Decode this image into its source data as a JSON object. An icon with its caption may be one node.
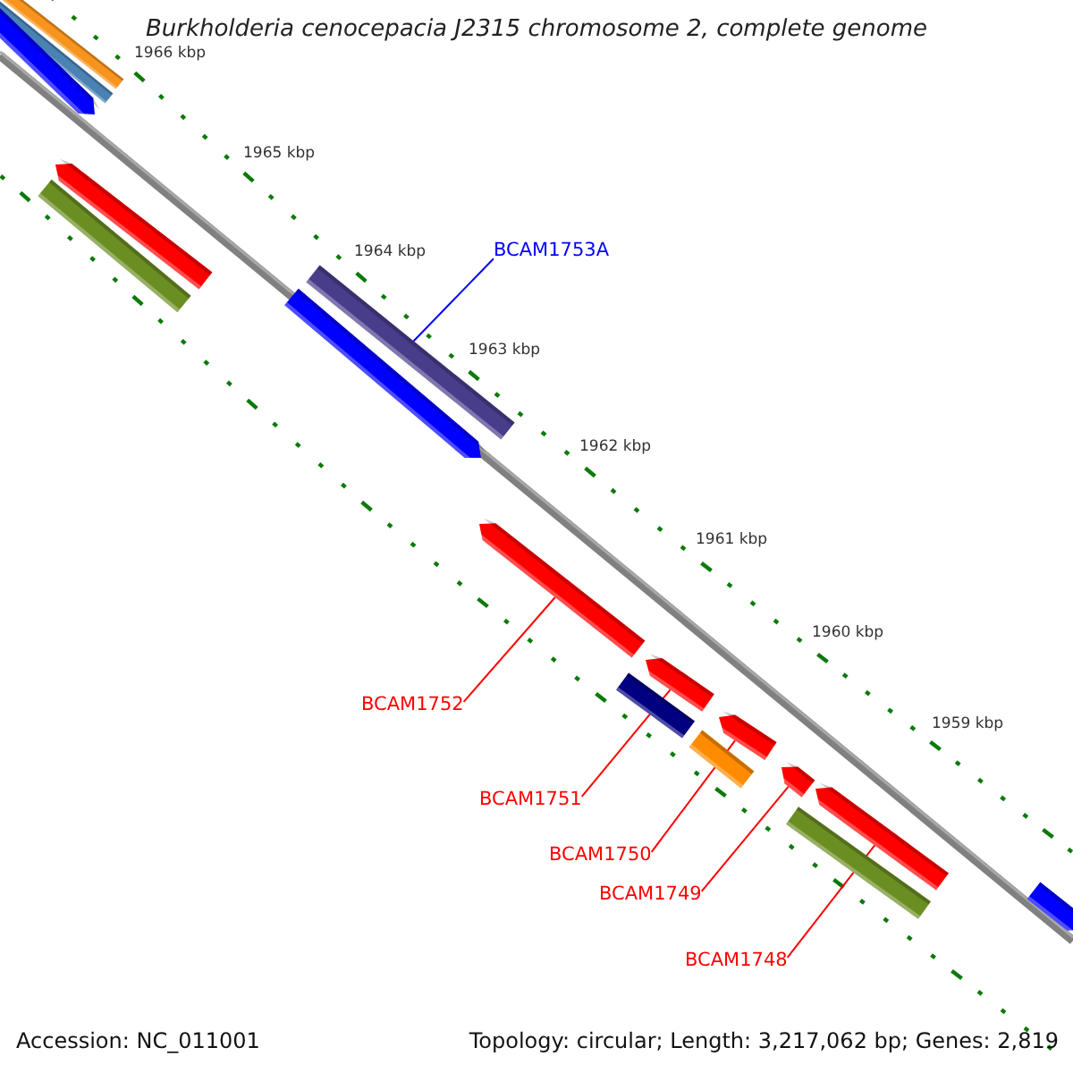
{
  "diagram": {
    "title": "Burkholderia cenocepacia J2315 chromosome 2, complete genome",
    "nodes": [
      {
        "text": [],
        "shape": "bar"
      },
      {
        "text": [],
        "shape": "bar"
      },
      {
        "text": [],
        "shape": "arrow"
      },
      {
        "text": [],
        "shape": "arrow"
      },
      {
        "text": [],
        "shape": "bar"
      },
      {
        "text": [],
        "shape": "bar"
      },
      {
        "text": [],
        "shape": "arrow"
      },
      {
        "text": [],
        "shape": "arrow"
      },
      {
        "text": [],
        "shape": "arrow"
      },
      {
        "text": [],
        "shape": "bar"
      },
      {
        "text": [],
        "shape": "arrow"
      },
      {
        "text": [],
        "shape": "bar"
      },
      {
        "text": [],
        "shape": "arrow"
      },
      {
        "text": [],
        "shape": "arrow"
      },
      {
        "text": [],
        "shape": "bar"
      },
      {
        "text": [],
        "shape": "arrow"
      },
      {
        "text": [
          "BCAM1753A"
        ]
      },
      {
        "text": [
          "BCAM1752"
        ]
      },
      {
        "text": [
          "BCAM1751"
        ]
      },
      {
        "text": [
          "BCAM1750"
        ]
      },
      {
        "text": [
          "BCAM1749"
        ]
      },
      {
        "text": [
          "BCAM1748"
        ]
      }
    ],
    "edges": [
      {
        "from": 16,
        "to": 5,
        "arrow": "none",
        "color": "#0000ff"
      },
      {
        "from": 17,
        "to": 7,
        "arrow": "none"
      },
      {
        "from": 18,
        "to": 8,
        "arrow": "none"
      },
      {
        "from": 19,
        "to": 10,
        "arrow": "none"
      },
      {
        "from": 20,
        "to": 12,
        "arrow": "none"
      },
      {
        "from": 21,
        "to": 13,
        "arrow": "none"
      }
    ],
    "labels": [
      "1966 kbp",
      "1965 kbp",
      "1964 kbp",
      "1963 kbp",
      "1962 kbp",
      "1961 kbp",
      "1960 kbp",
      "1959 kbp",
      "Accession: NC_011001",
      "Topology: circular; Length: 3,217,062 bp; Genes: 2,819"
    ]
  }
}
